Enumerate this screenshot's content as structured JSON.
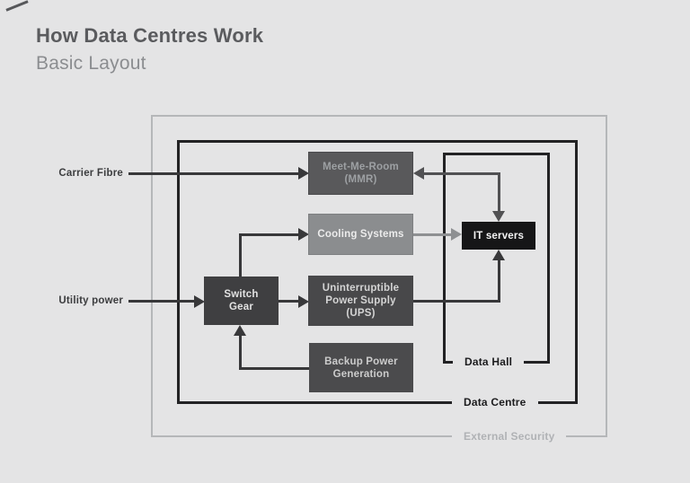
{
  "slide": {
    "title": "How Data Centres Work",
    "subtitle": "Basic Layout"
  },
  "inputs": {
    "carrier_fibre": {
      "label": "Carrier Fibre"
    },
    "utility_power": {
      "label": "Utility power"
    }
  },
  "nodes": {
    "mmr": {
      "lines": [
        "Meet-Me-Room",
        "(MMR)"
      ]
    },
    "cooling": {
      "lines": [
        "Cooling Systems"
      ]
    },
    "it_servers": {
      "lines": [
        "IT servers"
      ]
    },
    "switch_gear": {
      "lines": [
        "Switch",
        "Gear"
      ]
    },
    "ups": {
      "lines": [
        "Uninterruptible",
        "Power Supply",
        "(UPS)"
      ]
    },
    "backup": {
      "lines": [
        "Backup Power",
        "Generation"
      ]
    }
  },
  "zones": {
    "data_hall": {
      "label": "Data Hall"
    },
    "data_centre": {
      "label": "Data Centre"
    },
    "external_security": {
      "label": "External Security"
    }
  },
  "edges": [
    {
      "from": "Carrier Fibre",
      "to": "Meet-Me-Room (MMR)"
    },
    {
      "from": "Utility power",
      "to": "Switch Gear"
    },
    {
      "from": "Switch Gear",
      "to": "Cooling Systems"
    },
    {
      "from": "Switch Gear",
      "to": "Uninterruptible Power Supply (UPS)"
    },
    {
      "from": "Backup Power Generation",
      "to": "Switch Gear"
    },
    {
      "from": "Cooling Systems",
      "to": "IT servers"
    },
    {
      "from": "Uninterruptible Power Supply (UPS)",
      "to": "IT servers"
    },
    {
      "from": "IT servers",
      "to": "Meet-Me-Room (MMR)",
      "bidirectional": true
    }
  ],
  "colors": {
    "background": "#e4e4e5",
    "title_text": "#5a5b5e",
    "subtitle_text": "#8b8d90",
    "zone_border_dark": "#222224",
    "zone_border_light": "#b5b7b9",
    "external_label_text": "#b0b2b5",
    "wire_dark": "#38383a",
    "wire_mid": "#515153",
    "wire_light": "#8e9092",
    "node_mmr_fill": "#59595b",
    "node_cooling_fill": "#8b8d8f",
    "node_it_fill": "#161617",
    "node_switch_fill": "#3f3f41",
    "node_ups_fill": "#48484a",
    "node_backup_fill": "#4b4b4d"
  }
}
